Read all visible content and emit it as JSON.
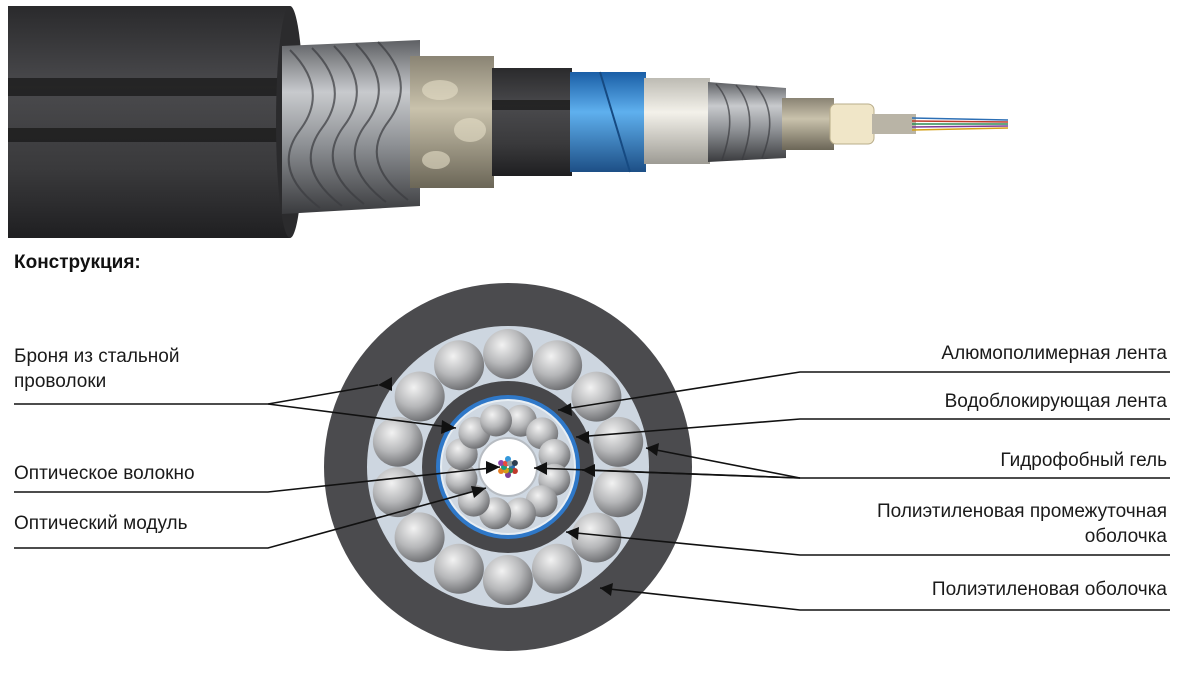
{
  "heading": "Конструкция:",
  "labels_left": {
    "armor_line1": "Броня из стальной",
    "armor_line2": "проволоки",
    "fiber": "Оптическое волокно",
    "module": "Оптический модуль"
  },
  "labels_right": {
    "alu_tape": "Алюмополимерная лента",
    "water_tape": "Водоблокирующая лента",
    "gel": "Гидрофобный гель",
    "inter_sheath_line1": "Полиэтиленовая промежуточная",
    "inter_sheath_line2": "оболочка",
    "outer_sheath": "Полиэтиленовая оболочка"
  },
  "colors": {
    "jacket": "#4a4a4c",
    "armor_fill": "#cdd6e0",
    "wire": "#a9acb0",
    "alu_tape": "#2f78c8",
    "module_gel": "#f4f6f8"
  }
}
